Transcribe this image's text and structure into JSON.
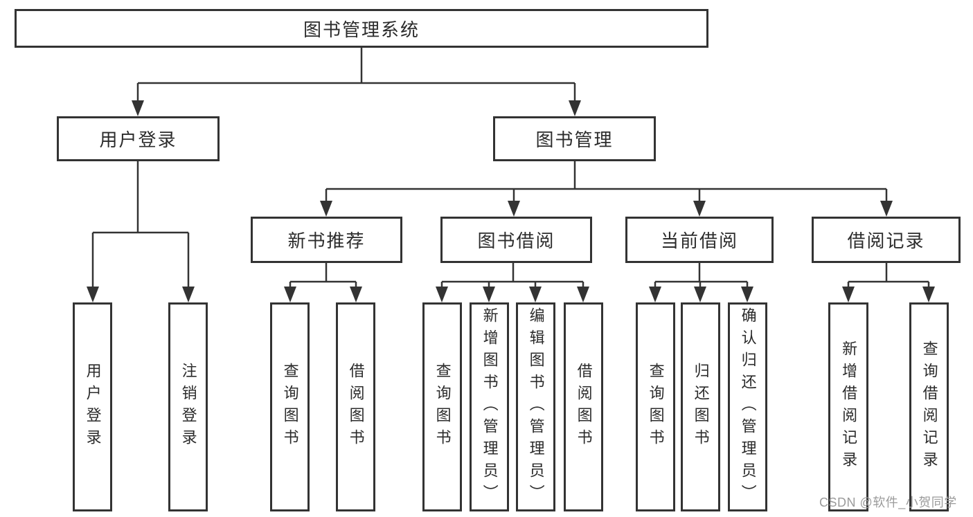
{
  "diagram": {
    "type": "hierarchy",
    "title": "图书管理系统",
    "tree": {
      "label": "图书管理系统",
      "children": [
        {
          "label": "用户登录",
          "children": [
            {
              "label": "用户登录"
            },
            {
              "label": "注销登录"
            }
          ]
        },
        {
          "label": "图书管理",
          "children": [
            {
              "label": "新书推荐",
              "children": [
                {
                  "label": "查询图书"
                },
                {
                  "label": "借阅图书"
                }
              ]
            },
            {
              "label": "图书借阅",
              "children": [
                {
                  "label": "查询图书"
                },
                {
                  "label": "新增图书（管理员）"
                },
                {
                  "label": "编辑图书（管理员）"
                },
                {
                  "label": "借阅图书"
                }
              ]
            },
            {
              "label": "当前借阅",
              "children": [
                {
                  "label": "查询图书"
                },
                {
                  "label": "归还图书"
                },
                {
                  "label": "确认归还（管理员）"
                }
              ]
            },
            {
              "label": "借阅记录",
              "children": [
                {
                  "label": "新增借阅记录"
                },
                {
                  "label": "查询借阅记录"
                }
              ]
            }
          ]
        }
      ]
    },
    "colors": {
      "line": "#333333",
      "text": "#2b2b2b",
      "box_background": "#ffffff",
      "watermark": "#9b9b9b",
      "background": "#ffffff"
    }
  },
  "watermark": "CSDN @软件_小贺同学"
}
